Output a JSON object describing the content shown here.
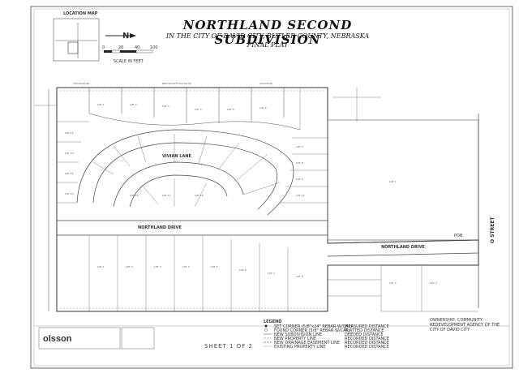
{
  "plat": {
    "title": "NORTHLAND SECOND SUBDIVISION",
    "subtitle": "IN THE CITY OF DAVID CITY, BUTLER COUNTY, NEBRASKA",
    "subtitle2": "FINAL PLAT",
    "sheet": "SHEET 1 OF 2",
    "firm": "olsson",
    "scale": "SCALE IN FEET",
    "scale_ticks": [
      "0",
      "20",
      "40",
      "100"
    ],
    "location_map": "LOCATION MAP",
    "north": "N",
    "streets": {
      "vivian_lane": "VIVIAN LANE",
      "northland_drive": "NORTHLAND DRIVE",
      "o_street": "O STREET",
      "northland_drive_left": "NORTHLAND DRIVE"
    },
    "legend_title": "LEGEND",
    "legend_items": [
      "SET CORNER (5/8\"x24\" REBAR W/CAP)",
      "FOUND CORNER (5/8\" REBAR W/CAP)",
      "NEW SUBDIVISION LINE",
      "NEW PROPERTY LINE",
      "NEW DRAINAGE EASEMENT LINE",
      "EXISTING PROPERTY LINE"
    ],
    "legend_right": [
      "MEASURED DISTANCE",
      "PLATTED DISTANCE",
      "DEEDED DISTANCE",
      "RECORDED DISTANCE",
      "RECORDED DISTANCE",
      "RECORDED DISTANCE"
    ],
    "agency_note": "OWNERSHIP: COMMUNITY REDEVELOPMENT AGENCY OF THE CITY OF DAVID CITY",
    "pob": "POB"
  }
}
